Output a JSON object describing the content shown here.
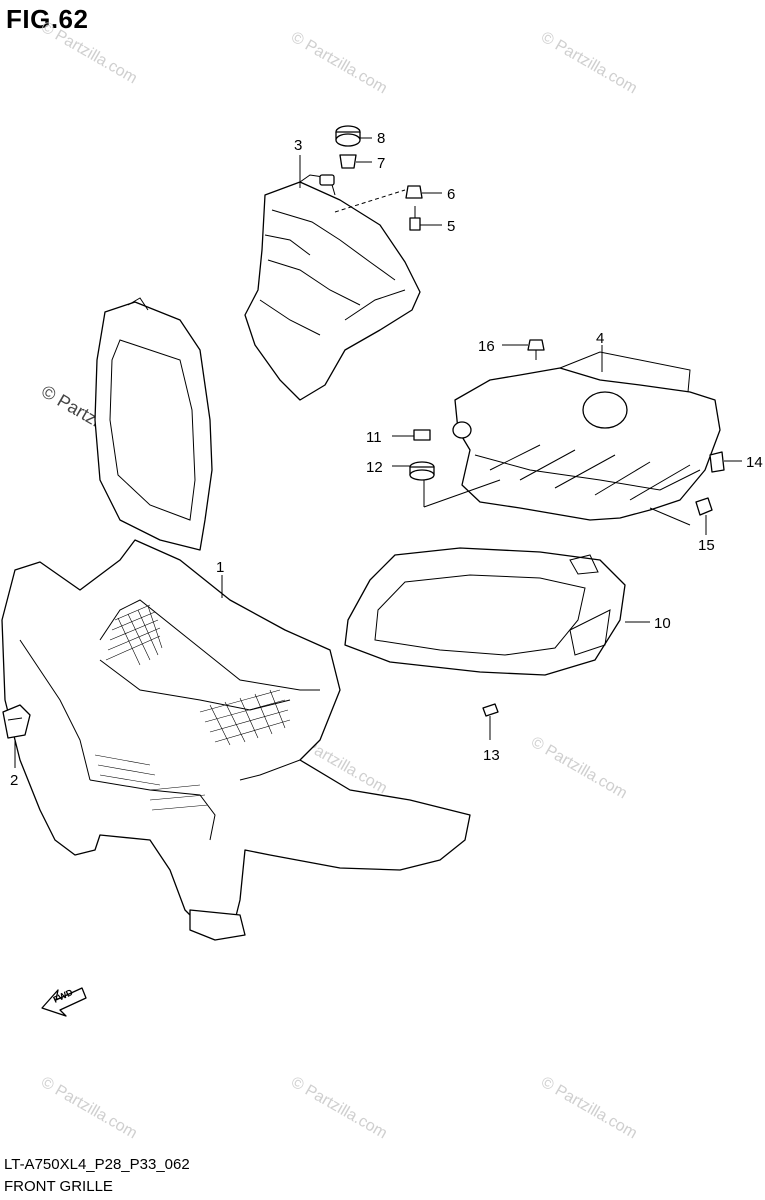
{
  "figure": {
    "title": "FIG.62",
    "code": "LT-A750XL4_P28_P33_062",
    "caption": "FRONT GRILLE",
    "fwd_label": "FWD"
  },
  "watermark": {
    "text": "Partzilla.com",
    "symbol": "©"
  },
  "callouts": [
    "1",
    "2",
    "3",
    "4",
    "5",
    "6",
    "7",
    "8",
    "10",
    "11",
    "12",
    "13",
    "14",
    "15",
    "16"
  ],
  "icons": {
    "fwd_arrow": "fwd-arrow-icon"
  }
}
